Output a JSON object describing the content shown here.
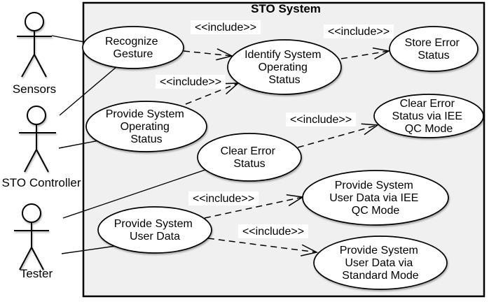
{
  "diagram": {
    "title": "STO System",
    "include_stereotype": "<<include>>",
    "colors": {
      "frame_bg": "#f0f0f0",
      "shape_fill": "#ffffff",
      "stroke": "#000000",
      "label_bg": "#ffffff"
    },
    "actors": [
      {
        "name": "Sensors"
      },
      {
        "name": "STO Controller"
      },
      {
        "name": "Tester"
      }
    ],
    "use_cases": [
      {
        "id": "recognize-gesture",
        "lines": [
          "Recognize",
          "Gesture"
        ]
      },
      {
        "id": "identify-system-operating-status",
        "lines": [
          "Identify System",
          "Operating",
          "Status"
        ]
      },
      {
        "id": "store-error-status",
        "lines": [
          "Store Error",
          "Status"
        ]
      },
      {
        "id": "provide-system-operating-status",
        "lines": [
          "Provide System",
          "Operating",
          "Status"
        ]
      },
      {
        "id": "clear-error-status",
        "lines": [
          "Clear Error",
          "Status"
        ]
      },
      {
        "id": "clear-error-status-via-iee-qc-mode",
        "lines": [
          "Clear Error",
          "Status via IEE",
          "QC Mode"
        ]
      },
      {
        "id": "provide-system-user-data",
        "lines": [
          "Provide System",
          "User Data"
        ]
      },
      {
        "id": "provide-system-user-data-via-iee-qc-mode",
        "lines": [
          "Provide System",
          "User Data via IEE",
          "QC Mode"
        ]
      },
      {
        "id": "provide-system-user-data-via-standard-mode",
        "lines": [
          "Provide System",
          "User Data via",
          "Standard Mode"
        ]
      }
    ],
    "associations": [
      {
        "from": "Sensors",
        "to": "Recognize Gesture"
      },
      {
        "from": "STO Controller",
        "to": "Recognize Gesture"
      },
      {
        "from": "STO Controller",
        "to": "Provide System Operating Status"
      },
      {
        "from": "Tester",
        "to": "Clear Error Status"
      },
      {
        "from": "Tester",
        "to": "Provide System User Data"
      }
    ],
    "includes": [
      {
        "from": "Recognize Gesture",
        "to": "Identify System Operating Status"
      },
      {
        "from": "Provide System Operating Status",
        "to": "Identify System Operating Status"
      },
      {
        "from": "Identify System Operating Status",
        "to": "Store Error Status"
      },
      {
        "from": "Clear Error Status",
        "to": "Clear Error Status via IEE QC Mode"
      },
      {
        "from": "Provide System User Data",
        "to": "Provide System User Data via IEE QC Mode"
      },
      {
        "from": "Provide System User Data",
        "to": "Provide System User Data via Standard Mode"
      }
    ]
  }
}
